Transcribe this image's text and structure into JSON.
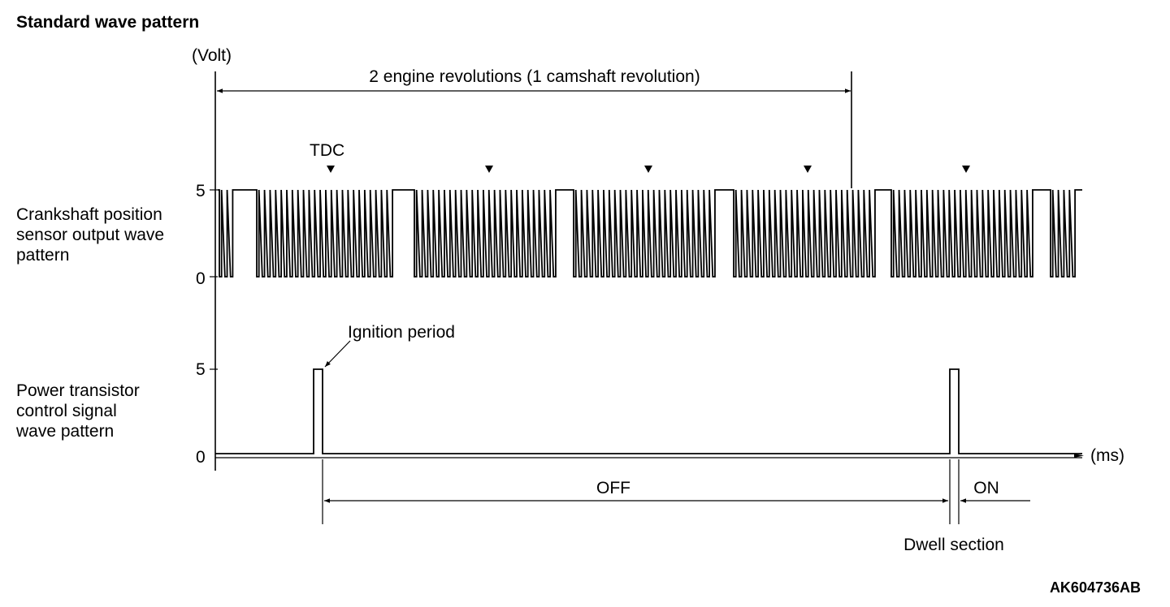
{
  "title": "Standard wave pattern",
  "y_unit": "(Volt)",
  "x_unit": "(ms)",
  "revolution_span_label": "2 engine revolutions (1 camshaft revolution)",
  "tdc_label": "TDC",
  "crank": {
    "label_lines": [
      "Crankshaft position",
      "sensor output wave",
      "pattern"
    ],
    "tick_high": "5",
    "tick_low": "0"
  },
  "power": {
    "label_lines": [
      "Power transistor",
      "control signal",
      "wave pattern"
    ],
    "tick_high": "5",
    "tick_low": "0"
  },
  "ignition_label": "Ignition period",
  "off_label": "OFF",
  "on_label": "ON",
  "dwell_label": "Dwell section",
  "figure_code": "AK604736AB"
}
